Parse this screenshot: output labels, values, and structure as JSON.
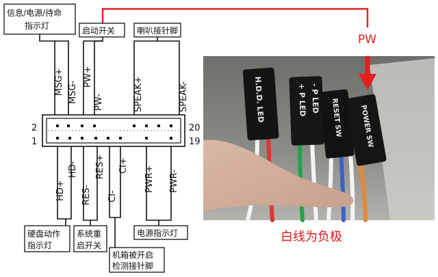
{
  "labels": {
    "info_power_standby": [
      "信息/电源/待命",
      "指示灯"
    ],
    "power_switch": "启动开关",
    "speaker": "喇叭接针脚",
    "hdd_led": [
      "硬盘动作",
      "指示灯"
    ],
    "reset_switch": [
      "系统重",
      "启开关"
    ],
    "chassis_intrusion": [
      "机箱被开启",
      "检测接针脚"
    ],
    "power_led": "电源指示灯",
    "pw": "PW",
    "white_negative": "白线为负极"
  },
  "pins_top": [
    "MSG+",
    "MSG-",
    "PW+",
    "PW-",
    "SPEAK+",
    "SPEAK-"
  ],
  "pins_bottom": [
    "HD+",
    "HD-",
    "RES-",
    "RES+",
    "CI-",
    "CI+",
    "PWR+",
    "PWR-"
  ],
  "row_numbers": {
    "row2_left": "2",
    "row1_left": "1",
    "row2_right": "20",
    "row1_right": "19"
  },
  "connectors": [
    "H.D.D. LED",
    "- P LED",
    "+ P LED",
    "RESET SW",
    "POWER SW"
  ],
  "colors": {
    "accent_red": "#dd1f1f",
    "pw_red": "#e02020",
    "caption_red": "#e11818",
    "line": "#111111"
  }
}
